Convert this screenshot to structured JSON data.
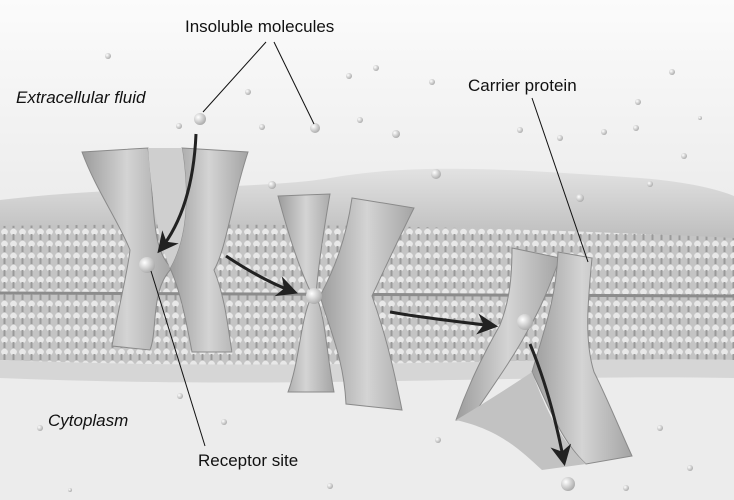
{
  "labels": {
    "insoluble_molecules": "Insoluble molecules",
    "extracellular_fluid": "Extracellular fluid",
    "carrier_protein": "Carrier protein",
    "cytoplasm": "Cytoplasm",
    "receptor_site": "Receptor site"
  },
  "colors": {
    "background": "#f4f4f4",
    "membrane": "#c9c9c9",
    "protein": "#b5b5b5",
    "molecule": "#e6e6e6",
    "arrow": "#222222"
  }
}
